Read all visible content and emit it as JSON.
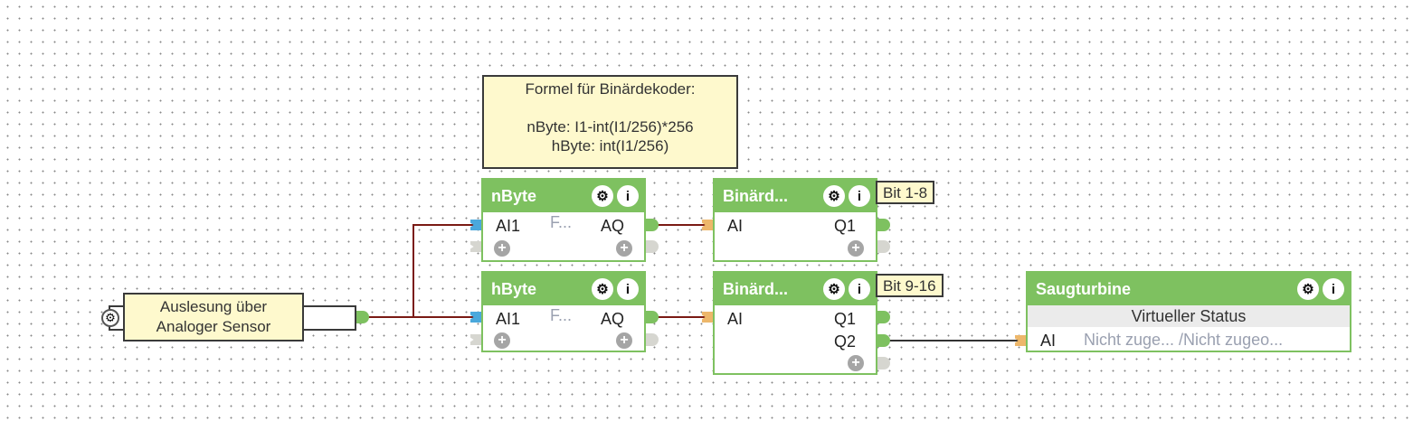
{
  "comment": {
    "text": "Formel für Binärdekoder:\n\nnByte: I1-int(I1/256)*256\nhByte: int(I1/256)"
  },
  "sensor": {
    "label": "Auslesung über\nAnaloger Sensor",
    "icon": "gear-icon"
  },
  "blocks": {
    "nbyte": {
      "title": "nByte",
      "input": "AI1",
      "formula": "F...",
      "output": "AQ"
    },
    "hbyte": {
      "title": "hByte",
      "input": "AI1",
      "formula": "F...",
      "output": "AQ"
    },
    "decoder1": {
      "title": "Binärd...",
      "input": "AI",
      "outputs": [
        "Q1"
      ],
      "tag": "Bit 1-8"
    },
    "decoder2": {
      "title": "Binärd...",
      "input": "AI",
      "outputs": [
        "Q1",
        "Q2"
      ],
      "tag": "Bit 9-16"
    },
    "saugturbine": {
      "title": "Saugturbine",
      "status_label": "Virtueller Status",
      "input": "AI",
      "value": "Nicht zuge... /Nicht zugeo..."
    }
  },
  "icons": {
    "settings": "⚙",
    "info": "i",
    "add": "+"
  },
  "colors": {
    "block_green": "#7ec160",
    "wire_red": "#7a1a14",
    "wire_dark": "#333333",
    "port_blue": "#4aa8dc",
    "port_orange": "#edb76b",
    "comment_bg": "#fef9cd"
  }
}
